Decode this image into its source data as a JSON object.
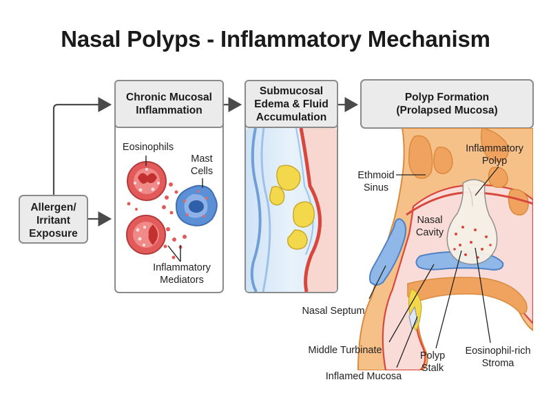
{
  "title": "Nasal Polyps - Inflammatory Mechanism",
  "start": {
    "label": "Allergen/\nIrritant\nExposure"
  },
  "stages": [
    {
      "header": "Chronic Mucosal\nInflammation"
    },
    {
      "header": "Submucosal\nEdema & Fluid\nAccumulation"
    },
    {
      "header": "Polyp Formation\n(Prolapsed Mucosa)"
    }
  ],
  "inflammation_labels": {
    "eosinophils": "Eosinophils",
    "mast_cells": "Mast\nCells",
    "mediators": "Inflammatory\nMediators"
  },
  "anatomy_labels": {
    "inflammatory_polyp": "Inflammatory\nPolyp",
    "ethmoid_sinus": "Ethmoid\nSinus",
    "nasal_cavity": "Nasal\nCavity",
    "nasal_septum": "Nasal Septum",
    "middle_turbinate": "Middle Turbinate",
    "polyp_stalk": "Polyp\nStalk",
    "eosinophil_rich_stroma": "Eosinophil-rich\nStroma",
    "inflamed_mucosa": "Inflamed Mucosa"
  },
  "colors": {
    "eosinophil": "#e35a5a",
    "mast_cell": "#5b8fd6",
    "edema_fluid": "#f2d84a",
    "mucosa_red": "#d9463c",
    "bone_orange": "#f0a35e",
    "nasal_blue": "#8fb8e8",
    "polyp_fill": "#f6f1e6"
  }
}
